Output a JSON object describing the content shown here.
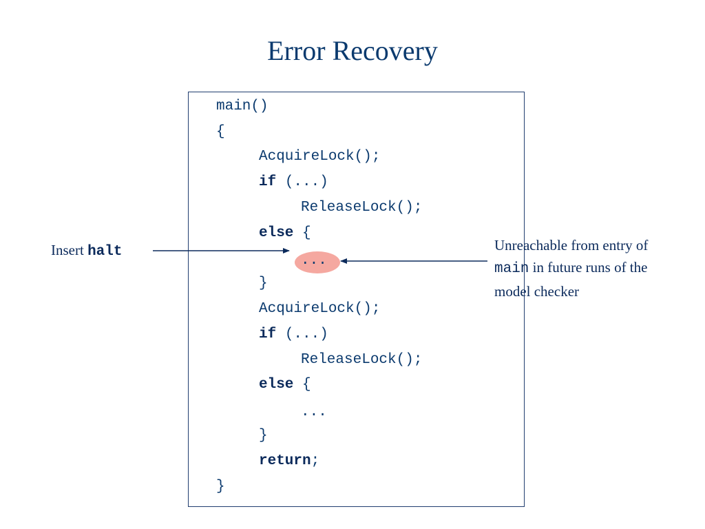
{
  "title": "Error Recovery",
  "code": {
    "l1": "main()",
    "l2": "{",
    "l3": "AcquireLock();",
    "l4_kw": "if",
    "l4_rest": " (...)",
    "l5": "ReleaseLock();",
    "l6_kw": "else",
    "l6_rest": " {",
    "l7": "...",
    "l8": "}",
    "l9": "AcquireLock();",
    "l10_kw": "if",
    "l10_rest": " (...)",
    "l11": "ReleaseLock();",
    "l12_kw": "else",
    "l12_rest": " {",
    "l13": "...",
    "l14": "}",
    "l15_kw": "return",
    "l15_rest": ";",
    "l16": "}"
  },
  "annotations": {
    "left_prefix": "Insert ",
    "left_code": "halt",
    "right_line1": "Unreachable from entry of",
    "right_code": "main",
    "right_line2_rest": " in future runs of the",
    "right_line3": "model checker"
  },
  "colors": {
    "text": "#0b2a5b",
    "highlight": "#f5a8a0",
    "box_border": "#1f3c6e"
  }
}
